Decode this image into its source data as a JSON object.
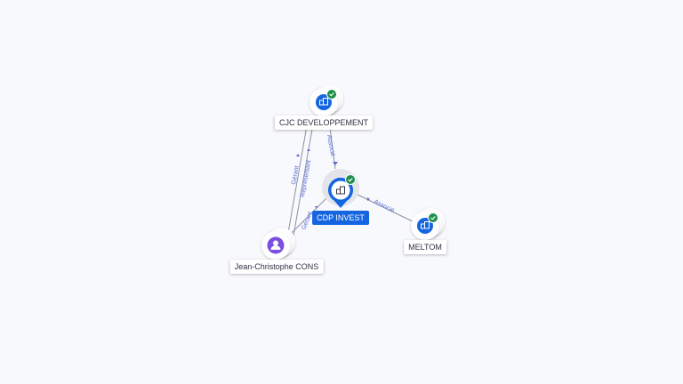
{
  "nodes": {
    "cjc": {
      "label": "CJC DEVELOPPEMENT",
      "icon": "building-icon",
      "verified": true
    },
    "cdp": {
      "label": "CDP INVEST",
      "icon": "building-icon",
      "verified": true
    },
    "meltom": {
      "label": "MELTOM",
      "icon": "building-icon",
      "verified": true
    },
    "jc": {
      "label": "Jean-Christophe CONS",
      "icon": "person-icon",
      "verified": false
    }
  },
  "edges": {
    "cjc_cdp": {
      "label": "Associé"
    },
    "meltom_cdp": {
      "label": "Associé"
    },
    "jc_cjc_1": {
      "label": "Gérant"
    },
    "jc_cjc_2": {
      "label": "Représentant"
    },
    "jc_cdp": {
      "label": "Gérant"
    }
  },
  "colors": {
    "company": "#1565e0",
    "person": "#7b4fe0",
    "verified": "#1f8f4d",
    "edge": "#8a92a6",
    "edge_label": "#5b6bd6"
  }
}
